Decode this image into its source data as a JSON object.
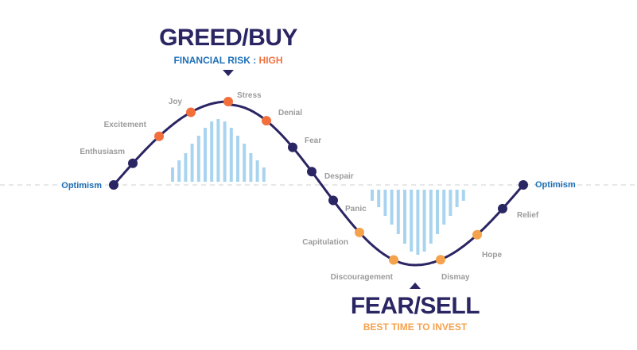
{
  "colors": {
    "curve": "#2a2563",
    "dot_dark": "#2a2563",
    "dot_orange": "#f26f3c",
    "dot_light_orange": "#f5a24c",
    "bars": "#a9d4ef",
    "label_gray": "#9b9b9b",
    "blue": "#1e70b8",
    "heading": "#2a2563",
    "accent_orange": "#f26f3c",
    "light_orange": "#f5a24c",
    "dash": "#cfcfcf"
  },
  "top_callout": {
    "title": "GREED/BUY",
    "subtitle_prefix": "FINANCIAL RISK : ",
    "subtitle_value": "HIGH"
  },
  "bottom_callout": {
    "title": "FEAR/SELL",
    "subtitle": "BEST TIME TO INVEST"
  },
  "stages": [
    {
      "id": "optimism-left",
      "label": "Optimism",
      "tone": "dark"
    },
    {
      "id": "enthusiasm",
      "label": "Enthusiasm",
      "tone": "dark"
    },
    {
      "id": "excitement",
      "label": "Excitement",
      "tone": "orange"
    },
    {
      "id": "joy",
      "label": "Joy",
      "tone": "orange"
    },
    {
      "id": "stress",
      "label": "Stress",
      "tone": "orange"
    },
    {
      "id": "denial",
      "label": "Denial",
      "tone": "orange"
    },
    {
      "id": "fear",
      "label": "Fear",
      "tone": "dark"
    },
    {
      "id": "despair",
      "label": "Despair",
      "tone": "dark"
    },
    {
      "id": "panic",
      "label": "Panic",
      "tone": "dark"
    },
    {
      "id": "capitulation",
      "label": "Capitulation",
      "tone": "light_orange"
    },
    {
      "id": "discouragement",
      "label": "Discouragement",
      "tone": "light_orange"
    },
    {
      "id": "dismay",
      "label": "Dismay",
      "tone": "light_orange"
    },
    {
      "id": "hope",
      "label": "Hope",
      "tone": "light_orange"
    },
    {
      "id": "relief",
      "label": "Relief",
      "tone": "dark"
    },
    {
      "id": "optimism-right",
      "label": "Optimism",
      "tone": "dark"
    }
  ]
}
